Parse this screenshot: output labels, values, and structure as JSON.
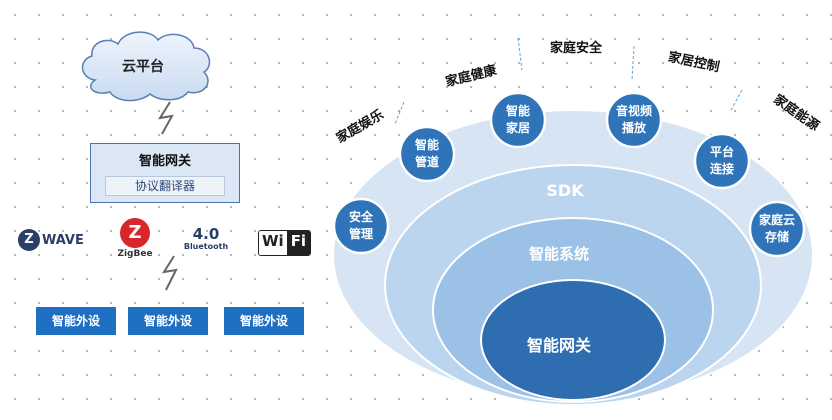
{
  "left_panel": {
    "cloud_label": "云平台",
    "gateway_title": "智能网关",
    "gateway_subtitle": "协议翻译器",
    "protocols": {
      "zwave": {
        "icon": "Z",
        "text": "WAVE"
      },
      "zigbee": {
        "icon": "Z",
        "text": "ZigBee"
      },
      "bluetooth": {
        "number": "4.0",
        "text": "Bluetooth"
      },
      "wifi": {
        "left": "Wi",
        "right": "Fi"
      }
    },
    "peripherals": [
      "智能外设",
      "智能外设",
      "智能外设"
    ]
  },
  "right_panel": {
    "rings": {
      "outer": "SDK",
      "middle": "智能系统",
      "inner": "智能网关"
    },
    "modules": [
      "安全管理",
      "智能管道",
      "智能家居",
      "音视频播放",
      "平台连接",
      "家庭云存储"
    ],
    "services": [
      "家庭娱乐",
      "家庭健康",
      "家庭安全",
      "家居控制",
      "家庭能源"
    ]
  },
  "colors": {
    "outer_ring": "#d6e4f3",
    "middle_ring": "#aecbea",
    "inner_ring": "#7fb0de",
    "core": "#2e6db0",
    "module_circle": "#2f73b8",
    "peripheral": "#1e6fc2"
  }
}
